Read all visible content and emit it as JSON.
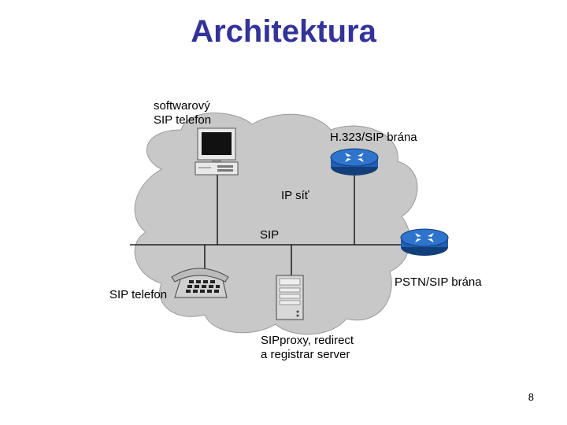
{
  "title": "Architektura",
  "labels": {
    "soft_phone_line1": "softwarový",
    "soft_phone_line2": "SIP telefon",
    "h323_gateway": "H.323/SIP brána",
    "ip_network": "IP síť",
    "sip": "SIP",
    "pstn_gateway": "PSTN/SIP brána",
    "sip_phone": "SIP telefon",
    "proxy_line1": "SIPproxy, redirect",
    "proxy_line2": "a registrar server"
  },
  "page_number": "8",
  "colors": {
    "title": "#333399",
    "cloud": "#c8c8c8",
    "router": "#1f5fb4",
    "lines": "#000000"
  },
  "icons": [
    "computer-icon",
    "router-icon",
    "router-icon",
    "phone-icon",
    "server-icon"
  ]
}
